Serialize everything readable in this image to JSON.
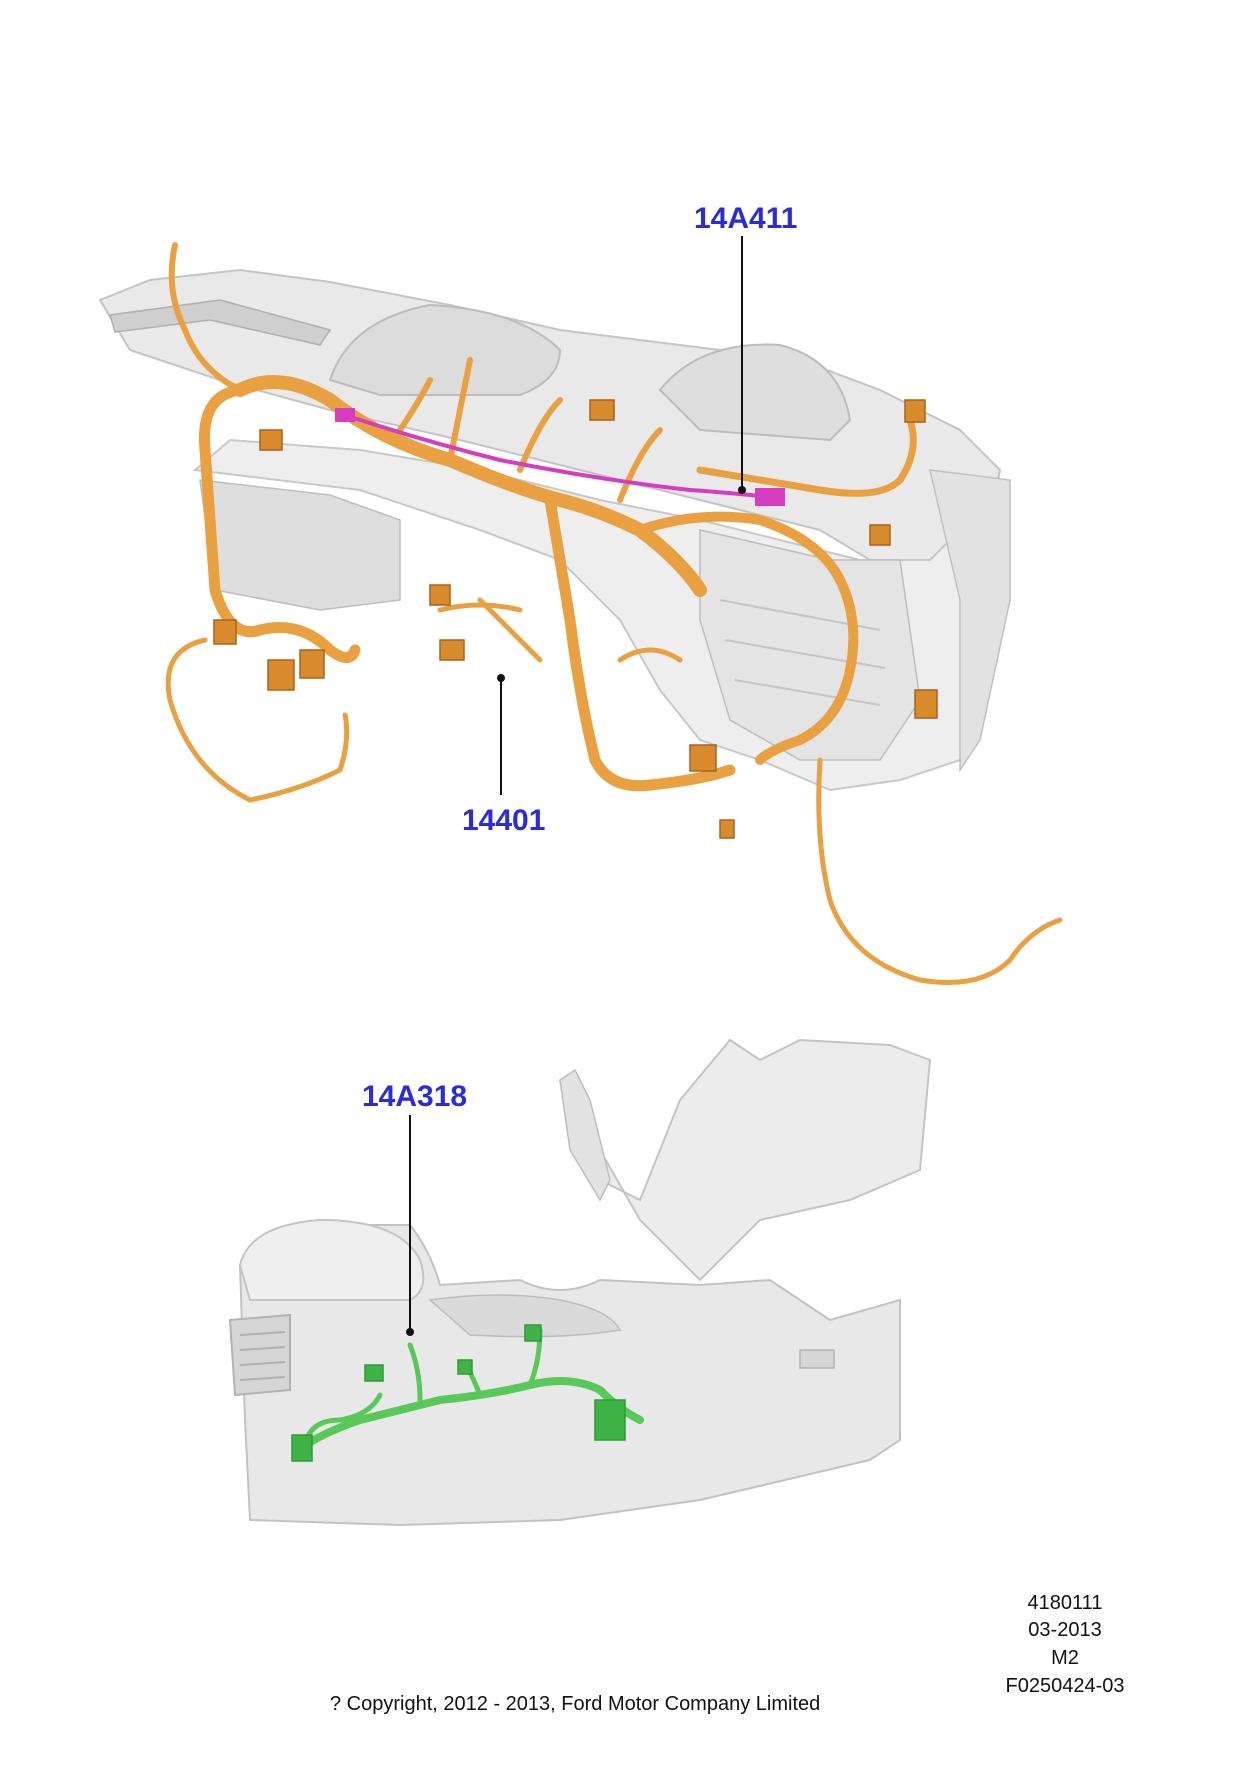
{
  "callouts": {
    "top_harness": "14A411",
    "main_harness": "14401",
    "console_harness": "14A318"
  },
  "meta": {
    "illustration_number": "4180111",
    "date": "03-2013",
    "model_code": "M2",
    "figure_code": "F0250424-03"
  },
  "copyright": "? Copyright, 2012 - 2013, Ford Motor Company Limited",
  "colors": {
    "main_harness": "#e8a040",
    "main_harness_dark": "#c97a1f",
    "overlay_harness": "#d63cc0",
    "console_harness": "#58c858",
    "console_harness_dark": "#2f9a35",
    "trim_panel": "#e6e6e6",
    "trim_panel_edge": "#bdbdbd",
    "callout_text": "#2a2adf"
  }
}
